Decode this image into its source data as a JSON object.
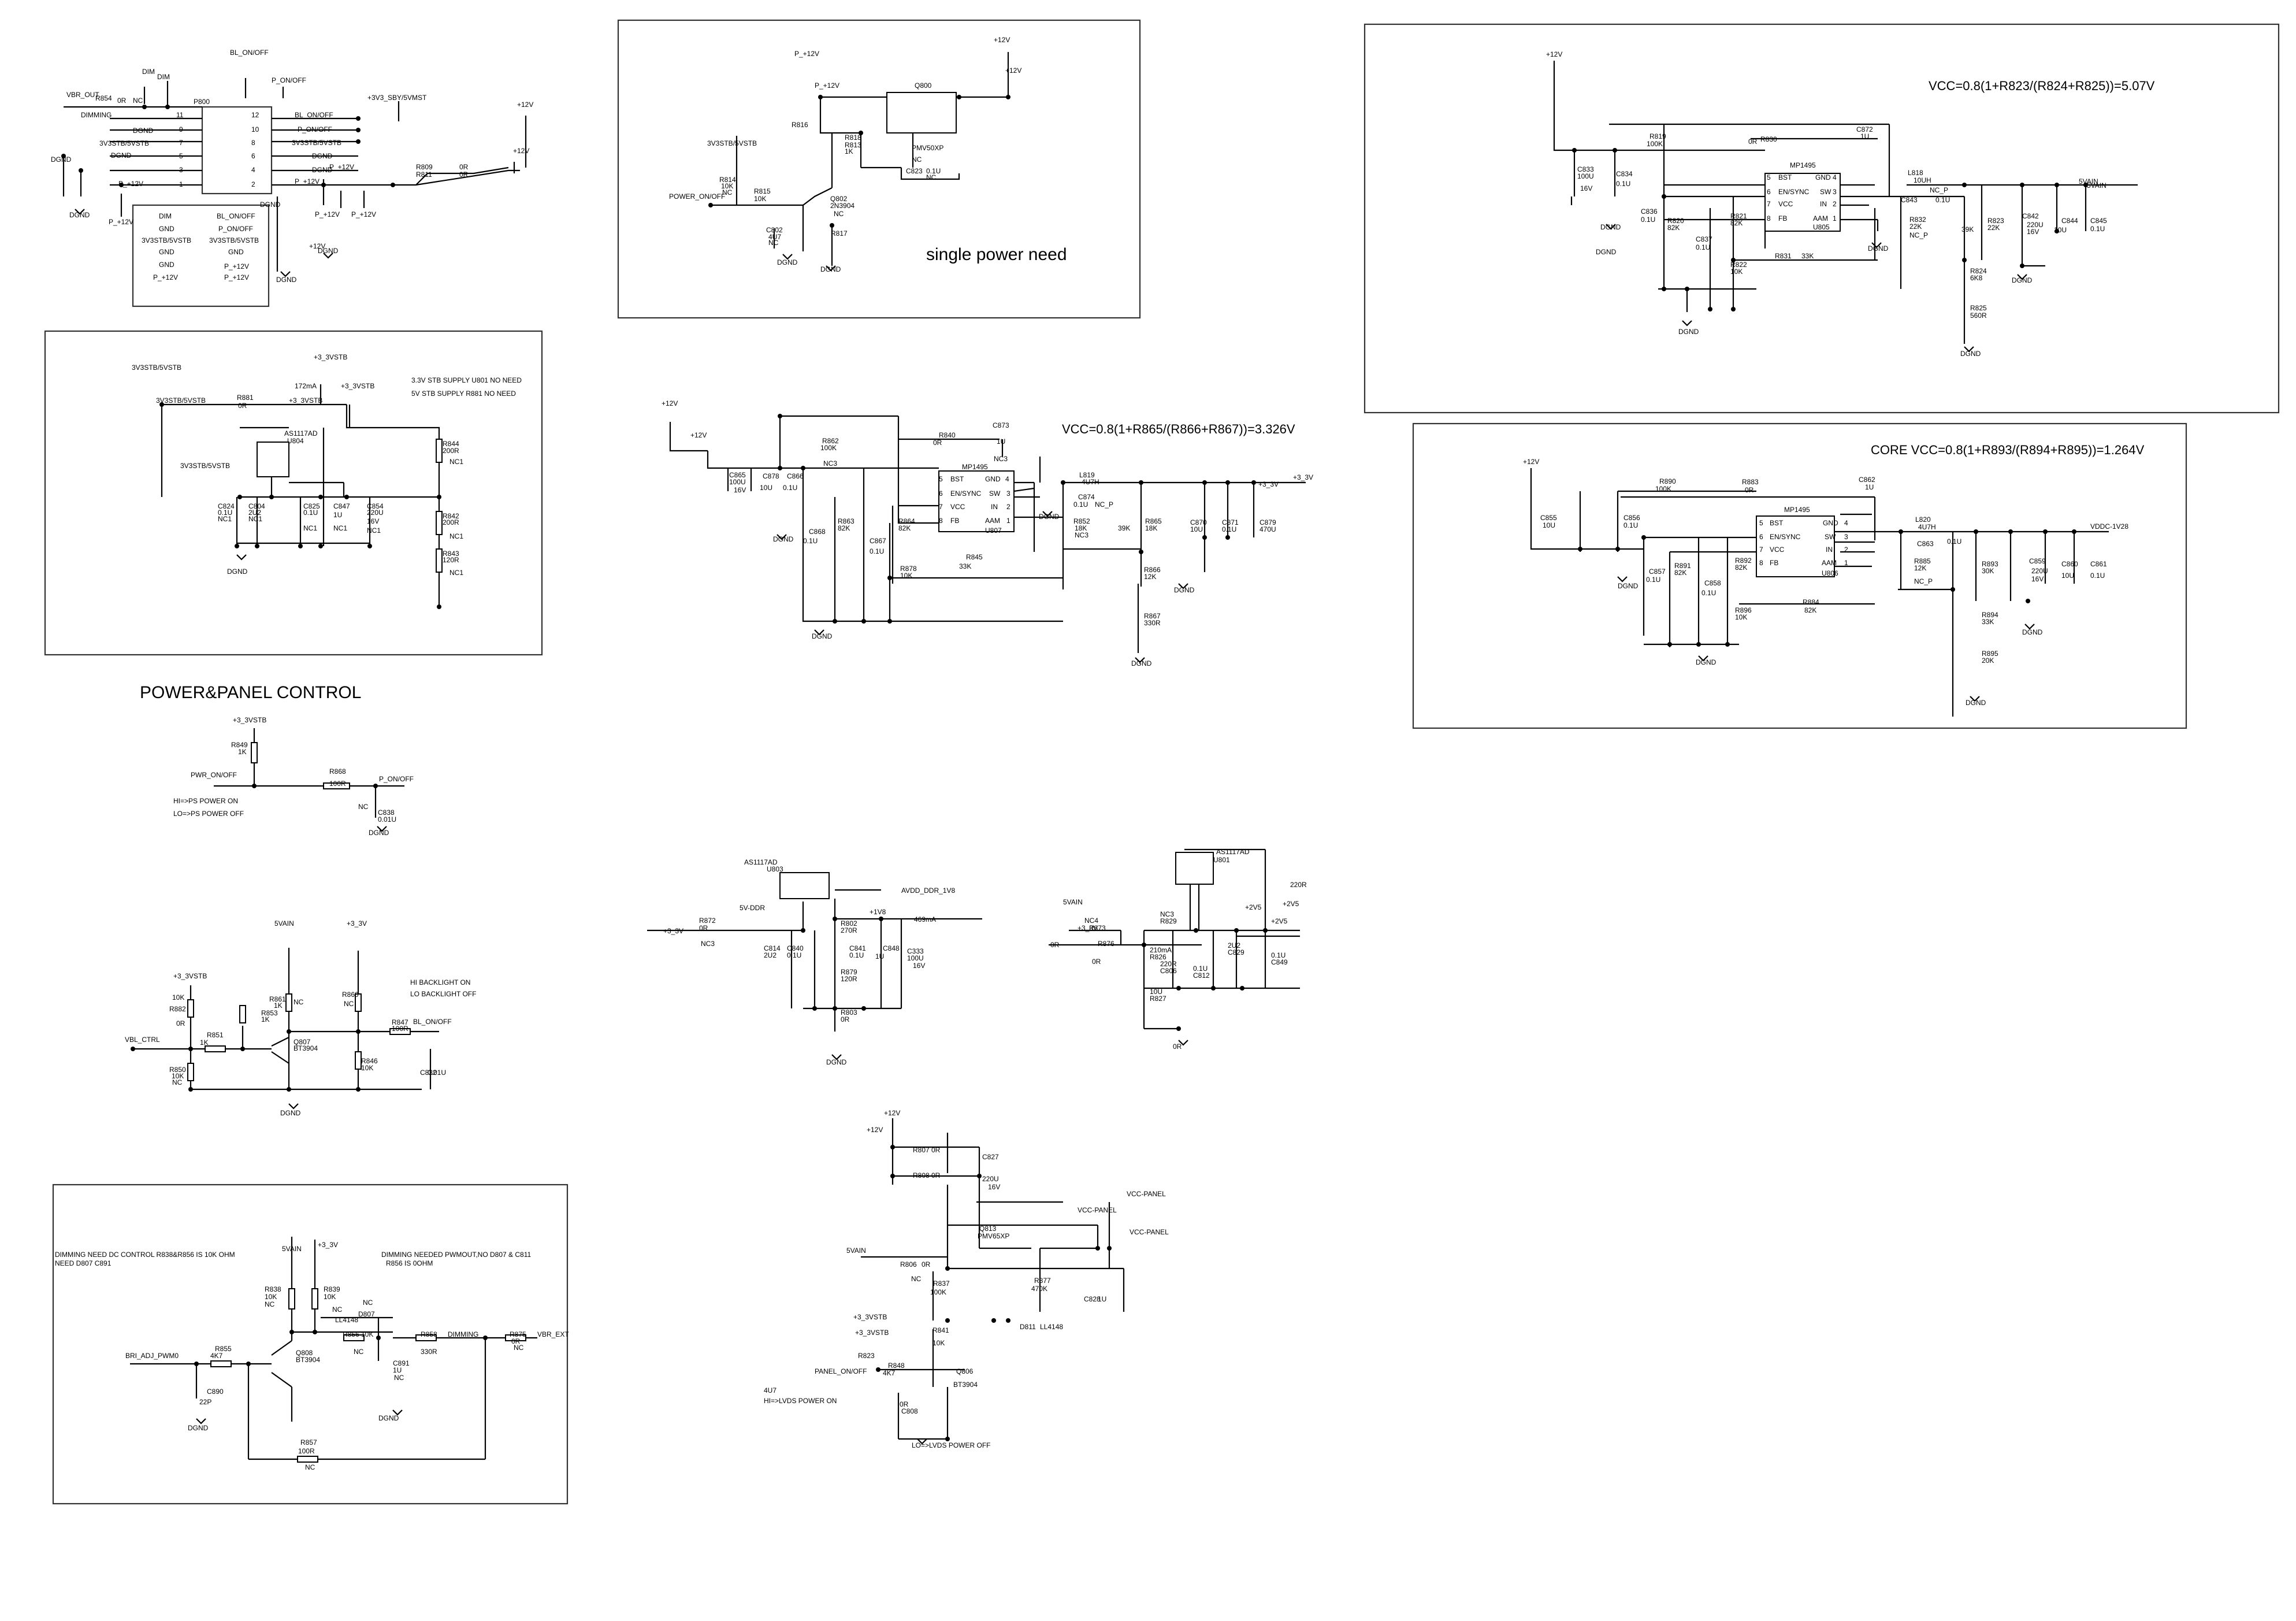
{
  "titles": {
    "power_panel": "POWER&PANEL  CONTROL",
    "single_power": "single  power need",
    "vcc_5v": "VCC=0.8(1+R823/(R824+R825))=5.07V",
    "vcc_3v3": "VCC=0.8(1+R865/(R866+R867))=3.326V",
    "core": "CORE  VCC=0.8(1+R893/(R894+R895))=1.264V"
  },
  "panel_connector": {
    "ref": "P800",
    "signals_left": [
      "VBR_OUT",
      "DIMMING",
      "DGND",
      "3V3STB/5VSTB",
      "DGND",
      "DGND",
      "P_+12V"
    ],
    "pins_left": [
      "11",
      "9",
      "7",
      "5",
      "3",
      "1"
    ],
    "pins_right": [
      "12",
      "10",
      "8",
      "6",
      "4",
      "2"
    ],
    "signals_right": [
      "BL_ON/OFF",
      "P_ON/OFF",
      "3V3STB/5VSTB",
      "DGND",
      "DGND",
      "P_+12V"
    ],
    "top_labels": [
      "DIM",
      "DIM",
      "BL_ON/OFF",
      "P_ON/OFF",
      "+3V3_SBY/5VMST",
      "+12V",
      "+12V"
    ],
    "resistors": [
      "R854",
      "0R",
      "NC",
      "R809",
      "R811",
      "0R",
      "0R"
    ],
    "legend": [
      "DIM",
      "GND",
      "3V3STB/5VSTB",
      "GND",
      "GND",
      "P_+12V",
      "BL_ON/OFF",
      "P_ON/OFF",
      "3V3STB/5VSTB",
      "GND",
      "P_+12V",
      "P_+12V",
      "DGND"
    ],
    "misc": [
      "P_+12V",
      "P_+12V",
      "P_+12V",
      "P_+12V",
      "+12V",
      "DGND",
      "DGND",
      "DGND"
    ]
  },
  "single_power": {
    "labels": [
      "P_+12V",
      "P_+12V",
      "+12V",
      "+12V",
      "Q800",
      "PMV50XP",
      "NC",
      "3V3STB/5VSTB",
      "R814",
      "10K",
      "NC",
      "POWER_ON/OFF",
      "R815",
      "10K",
      "Q802",
      "2N3904",
      "NC",
      "C802",
      "4U7",
      "NC",
      "R816",
      "R817",
      "R818",
      "C823",
      "0.1U",
      "NC",
      "DGND",
      "DGND",
      "R813",
      "1K"
    ]
  },
  "stb_regulator": {
    "labels": [
      "3V3STB/5VSTB",
      "+3_3VSTB",
      "172mA",
      "3V3STB/5VSTB",
      "R881",
      "0R",
      "+3_3VSTB",
      "+3_3VSTB",
      "3.3V STB  SUPPLY  U801 NO  NEED",
      "5V STB SUPPLY  R881  NO  NEED",
      "AS1117AD",
      "U804",
      "3V3STB/5VSTB",
      "C824",
      "0.1U",
      "NC1",
      "C804",
      "2U2",
      "NC1",
      "C825",
      "0.1U",
      "NC1",
      "C847",
      "1U",
      "NC1",
      "C854",
      "220U",
      "16V",
      "NC1",
      "R844",
      "200R",
      "NC1",
      "R842",
      "200R",
      "NC1",
      "R843",
      "120R",
      "NC1",
      "DGND"
    ]
  },
  "pwr_on": {
    "labels": [
      "+3_3VSTB",
      "R849",
      "1K",
      "PWR_ON/OFF",
      "R868",
      "100R",
      "P_ON/OFF",
      "C838",
      "0.01U",
      "DGND",
      "HI=>PS POWER ON",
      "LO=>PS POWER OFF",
      "NC"
    ]
  },
  "backlight": {
    "labels": [
      "5VAIN",
      "+3_3V",
      "+3_3VSTB",
      "10K",
      "R882",
      "0R",
      "R861",
      "1K",
      "R853",
      "1K",
      "R860",
      "NC",
      "NC",
      "HI  BACKLIGHT ON",
      "LO  BACKLIGHT OFF",
      "VBL_CTRL",
      "R851",
      "1K",
      "Q807",
      "BT3904",
      "R847",
      "100R",
      "BL_ON/OFF",
      "R850",
      "10K",
      "NC",
      "R846",
      "10K",
      "C832",
      "0.01U",
      "DGND"
    ]
  },
  "dimming": {
    "labels": [
      "DIMMING NEED DC CONTROL R838&R856 IS  10K OHM",
      "NEED D807 C891",
      "DIMMING NEEDED PWMOUT,NO D807 & C811",
      "R856  IS 0OHM",
      "5VAIN",
      "+3_3V",
      "R838",
      "10K",
      "NC",
      "R839",
      "10K",
      "NC",
      "D807",
      "LL4148",
      "NC",
      "BRI_ADJ_PWM0",
      "R855",
      "4K7",
      "Q808",
      "BT3904",
      "R856",
      "10K",
      "NC",
      "R858",
      "330R",
      "DIMMING",
      "R875",
      "0R",
      "NC",
      "VBR_EXT",
      "C890",
      "22P",
      "DGND",
      "C891",
      "1U",
      "NC",
      "DGND",
      "R857",
      "100R",
      "NC"
    ]
  },
  "reg_3v3": {
    "labels": [
      "+12V",
      "+12V",
      "R862",
      "100K",
      "NC3",
      "R840",
      "0R",
      "C873",
      "1U",
      "NC3",
      "MP1495",
      "5",
      "BST",
      "GND",
      "4",
      "6",
      "EN/SYNC",
      "SW",
      "3",
      "7",
      "VCC",
      "IN",
      "2",
      "8",
      "FB",
      "AAM",
      "1",
      "U807",
      "C865",
      "100U",
      "16V",
      "C878",
      "10U",
      "C866",
      "0.1U",
      "C868",
      "0.1U",
      "R863",
      "82K",
      "C867",
      "0.1U",
      "R864",
      "82K",
      "R878",
      "10K",
      "R845",
      "33K",
      "L819",
      "4U7H",
      "C874",
      "0.1U",
      "NC_P",
      "R852",
      "18K",
      "NC3",
      "39K",
      "R865",
      "18K",
      "C870",
      "10U",
      "C871",
      "0.1U",
      "C879",
      "470U",
      "+3_3V",
      "+3_3V",
      "R866",
      "12K",
      "R867",
      "330R",
      "DGND",
      "DGND",
      "DGND",
      "DGND",
      "DGND"
    ]
  },
  "ddr": {
    "labels": [
      "AS1117AD",
      "U803",
      "+3_3V",
      "R872",
      "0R",
      "NC3",
      "5V-DDR",
      "+1V8",
      "AVDD_DDR_1V8",
      "469mA",
      "R802",
      "270R",
      "C814",
      "2U2",
      "C840",
      "0.1U",
      "C841",
      "0.1U",
      "C848",
      "1U",
      "C333",
      "100U",
      "16V",
      "R879",
      "120R",
      "R803",
      "0R",
      "DGND"
    ]
  },
  "reg_2v5": {
    "labels": [
      "AS1117AD",
      "U801",
      "5VAIN",
      "NC4",
      "R873",
      "0R",
      "+3_3V",
      "R876",
      "0R",
      "NC3",
      "R829",
      "220R",
      "+2V5",
      "+2V5",
      "+2V5",
      "210mA",
      "R826",
      "220R",
      "C806",
      "0.1U",
      "C812",
      "2U2",
      "C829",
      "0.1U",
      "C849",
      "10U",
      "R827",
      "0R",
      "DGND"
    ]
  },
  "vcc_panel": {
    "labels": [
      "+12V",
      "+12V",
      "R807",
      "0R",
      "R808",
      "0R",
      "C827",
      "220U",
      "16V",
      "Q813",
      "PMV65XP",
      "VCC-PANEL",
      "VCC-PANEL",
      "VCC-PANEL",
      "5VAIN",
      "R806",
      "0R",
      "NC",
      "R837",
      "100K",
      "R877",
      "470K",
      "C828",
      "1U",
      "D811",
      "LL4148",
      "+3_3VSTB",
      "+3_3VSTB",
      "R841",
      "10K",
      "PANEL_ON/OFF",
      "R848",
      "4K7",
      "Q806",
      "BT3904",
      "R823",
      "0R",
      "C808",
      "4U7",
      "HI=>LVDS POWER ON",
      "LO=>LVDS POWER OFF",
      "DGND"
    ]
  },
  "reg_5v": {
    "labels": [
      "+12V",
      "R819",
      "100K",
      "0R",
      "R830",
      "C872",
      "1U",
      "MP1495",
      "5",
      "BST",
      "GND",
      "4",
      "6",
      "EN/SYNC",
      "SW",
      "3",
      "7",
      "VCC",
      "IN",
      "2",
      "8",
      "FB",
      "AAM",
      "1",
      "U805",
      "C833",
      "100U",
      "16V",
      "C834",
      "0.1U",
      "C836",
      "0.1U",
      "R820",
      "82K",
      "C837",
      "0.1U",
      "R821",
      "82K",
      "R822",
      "10K",
      "R831",
      "33K",
      "L818",
      "10UH",
      "C843",
      "NC_P",
      "0.1U",
      "R832",
      "22K",
      "NC_P",
      "39K",
      "R823",
      "22K",
      "C842",
      "220U",
      "16V",
      "C844",
      "10U",
      "C845",
      "0.1U",
      "5VAIN",
      "5VAIN",
      "R824",
      "6K8",
      "R825",
      "560R",
      "DGND",
      "DGND",
      "DGND",
      "DGND",
      "DGND",
      "DGND"
    ]
  },
  "reg_core": {
    "labels": [
      "+12V",
      "R890",
      "100K",
      "R883",
      "0R",
      "C862",
      "1U",
      "MP1495",
      "5",
      "BST",
      "GND",
      "4",
      "6",
      "EN/SYNC",
      "SW",
      "3",
      "7",
      "VCC",
      "IN",
      "2",
      "8",
      "FB",
      "AAM",
      "1",
      "U806",
      "C855",
      "10U",
      "C856",
      "0.1U",
      "C857",
      "0.1U",
      "R891",
      "82K",
      "C858",
      "0.1U",
      "R892",
      "82K",
      "R896",
      "10K",
      "R884",
      "82K",
      "L820",
      "4U7H",
      "C863",
      "0.1U",
      "R885",
      "12K",
      "NC_P",
      "R893",
      "30K",
      "C859",
      "220U",
      "16V",
      "C860",
      "10U",
      "C861",
      "0.1U",
      "VDDC-1V28",
      "R894",
      "33K",
      "R895",
      "20K",
      "DGND",
      "DGND",
      "DGND",
      "DGND"
    ]
  }
}
